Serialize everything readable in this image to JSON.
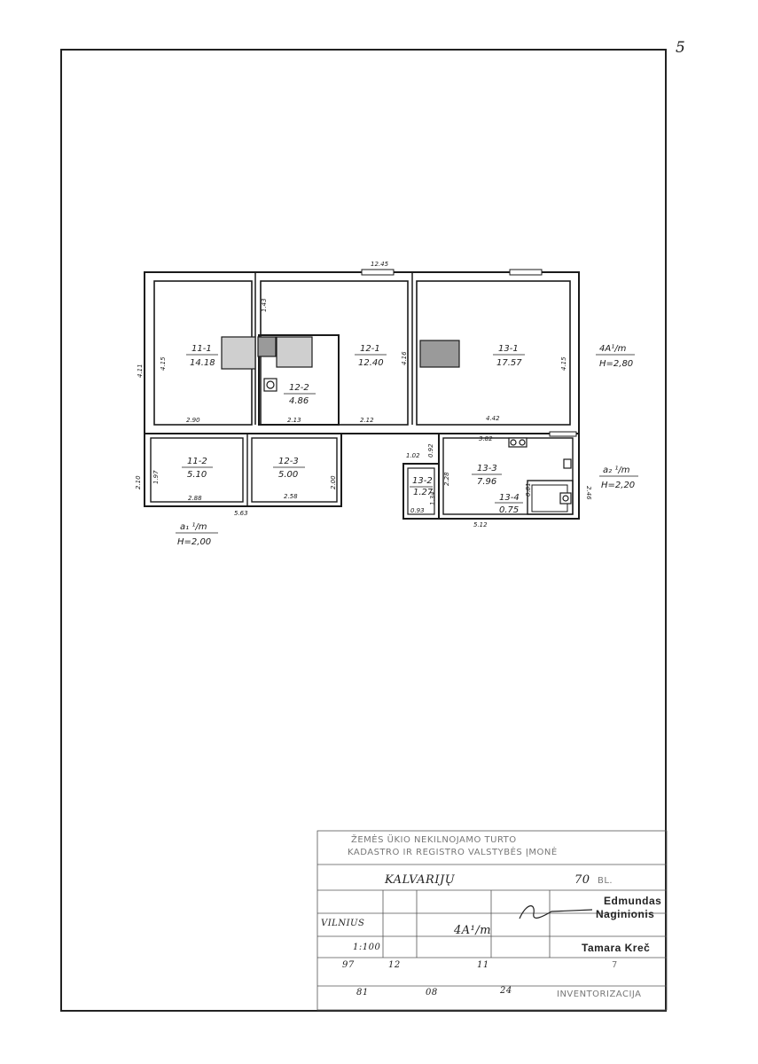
{
  "page_number": "5",
  "rooms": [
    {
      "code": "11-1",
      "area": "14.18"
    },
    {
      "code": "11-2",
      "area": "5.10"
    },
    {
      "code": "12-1",
      "area": "12.40"
    },
    {
      "code": "12-2",
      "area": "4.86"
    },
    {
      "code": "12-3",
      "area": "5.00"
    },
    {
      "code": "13-1",
      "area": "17.57"
    },
    {
      "code": "13-2",
      "area": "1.27"
    },
    {
      "code": "13-3",
      "area": "7.96"
    },
    {
      "code": "13-4",
      "area": "0.75"
    }
  ],
  "dimensions": {
    "top": "12.45",
    "d_143": "1.43",
    "d_411": "4.11",
    "d_415_left": "4.15",
    "d_416": "4.16",
    "d_415_right": "4.15",
    "d_290": "2.90",
    "d_213": "2.13",
    "d_212": "2.12",
    "d_442": "4.42",
    "d_382": "3.82",
    "d_210": "2.10",
    "d_197": "1.97",
    "d_288": "2.88",
    "d_258": "2.58",
    "d_200": "2.00",
    "d_563": "5.63",
    "d_102": "1.02",
    "d_092": "0.92",
    "d_228": "2.28",
    "d_081": "0.81",
    "d_246": "2.46",
    "d_134": "1.34",
    "d_093": "0.93",
    "d_512": "5.12"
  },
  "notes": {
    "n1": "4A¹/m",
    "n1_h": "H=2,80",
    "n2": "a₂ ¹/m",
    "n2_h": "H=2,20",
    "n3": "a₁ ¹/m",
    "n3_h": "H=2,00"
  },
  "stamp": {
    "line1": "ŽEMĖS ÜKIO NEKILNOJAMO TURTO",
    "line2": "KADASTRO IR REGISTRO VALSTYBĖS ĮMONĖ",
    "street": "KALVARIJŲ",
    "house_no": "70",
    "house_suffix": "BL.",
    "city": "VILNIUS",
    "scale": "1:100",
    "class": "4A¹/m",
    "signer1_first": "Edmundas",
    "signer1_last": "Naginionis",
    "signer2": "Tamara Kreč",
    "row_a": "97",
    "row_b": "12",
    "row_c": "11",
    "row_d": "7",
    "bottom_label": "INVENTORIZACIJA",
    "year": "81",
    "month": "08",
    "day": "24"
  }
}
